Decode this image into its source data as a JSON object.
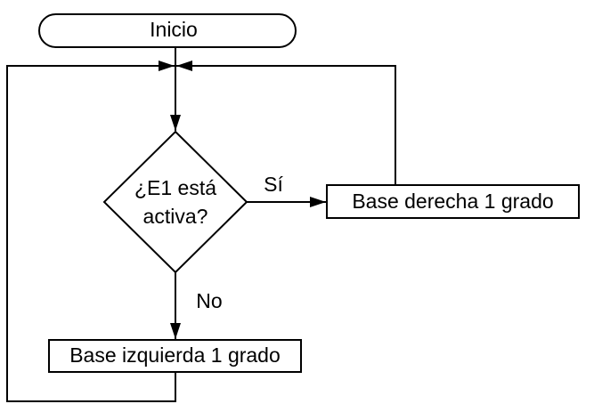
{
  "diagram": {
    "type": "flowchart",
    "background_color": "#ffffff",
    "line_color": "#000000",
    "text_color": "#000000",
    "nodes": {
      "start": {
        "shape": "terminator",
        "label": "Inicio"
      },
      "decision": {
        "shape": "decision",
        "label": "¿E1 está\nactiva?"
      },
      "base_derecha": {
        "shape": "process",
        "label": "Base derecha 1 grado"
      },
      "base_izquierda": {
        "shape": "process",
        "label": "Base izquierda 1 grado"
      }
    },
    "edges": {
      "yes": {
        "from": "decision",
        "to": "base_derecha",
        "label": "Sí"
      },
      "no": {
        "from": "decision",
        "to": "base_izquierda",
        "label": "No"
      },
      "start_to_decision": {
        "from": "start",
        "to": "decision",
        "label": ""
      },
      "loop_right": {
        "from": "base_derecha",
        "to": "junction",
        "label": ""
      },
      "loop_left": {
        "from": "base_izquierda",
        "to": "junction",
        "label": ""
      }
    }
  }
}
